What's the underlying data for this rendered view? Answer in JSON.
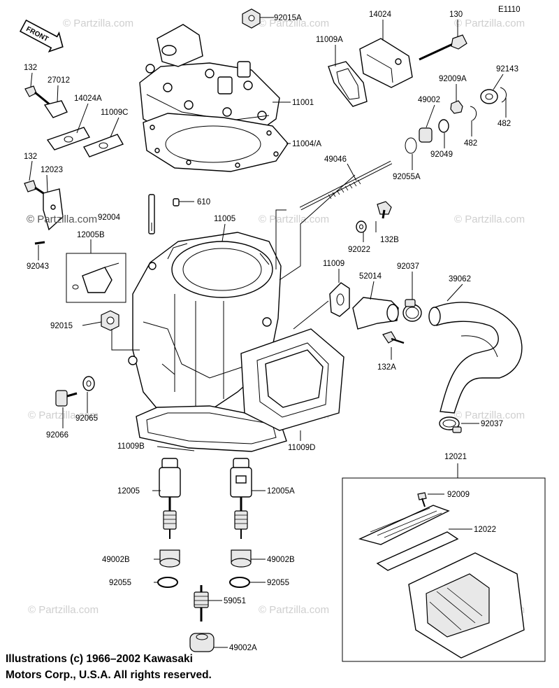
{
  "diagram_code": "E1110",
  "front_label": "FRONT",
  "watermark": "© Partzilla.com",
  "watermark_over_part": "© Partzilla.com",
  "callouts": {
    "p92015A": "92015A",
    "p14024": "14024",
    "p130": "130",
    "p11009A": "11009A",
    "p132a": "132",
    "p27012": "27012",
    "p14024A": "14024A",
    "p11009C": "11009C",
    "p92009A": "92009A",
    "p92143": "92143",
    "p49002": "49002",
    "p11001": "11001",
    "p482a": "482",
    "p482b": "482",
    "p92049": "92049",
    "p11004A": "11004/A",
    "p49046": "49046",
    "p92055A": "92055A",
    "p132b": "132",
    "p12023": "12023",
    "p610": "610",
    "p92004": "92004",
    "p11005": "11005",
    "p132B": "132B",
    "p92022": "92022",
    "p12005B": "12005B",
    "p92043": "92043",
    "p11009": "11009",
    "p52014": "52014",
    "p92037a": "92037",
    "p39062": "39062",
    "p92015": "92015",
    "p132A": "132A",
    "p92066": "92066",
    "p92065": "92065",
    "p92037b": "92037",
    "p11009B": "11009B",
    "p11009D": "11009D",
    "p12021": "12021",
    "p12005": "12005",
    "p12005A": "12005A",
    "p92009": "92009",
    "p12022": "12022",
    "p49002B_l": "49002B",
    "p49002B_r": "49002B",
    "p92055_l": "92055",
    "p92055_r": "92055",
    "p59051": "59051",
    "p49002A": "49002A"
  },
  "copyright_line1": "Illustrations (c) 1966–2002 Kawasaki",
  "copyright_line2": "Motors Corp., U.S.A.  All rights reserved."
}
